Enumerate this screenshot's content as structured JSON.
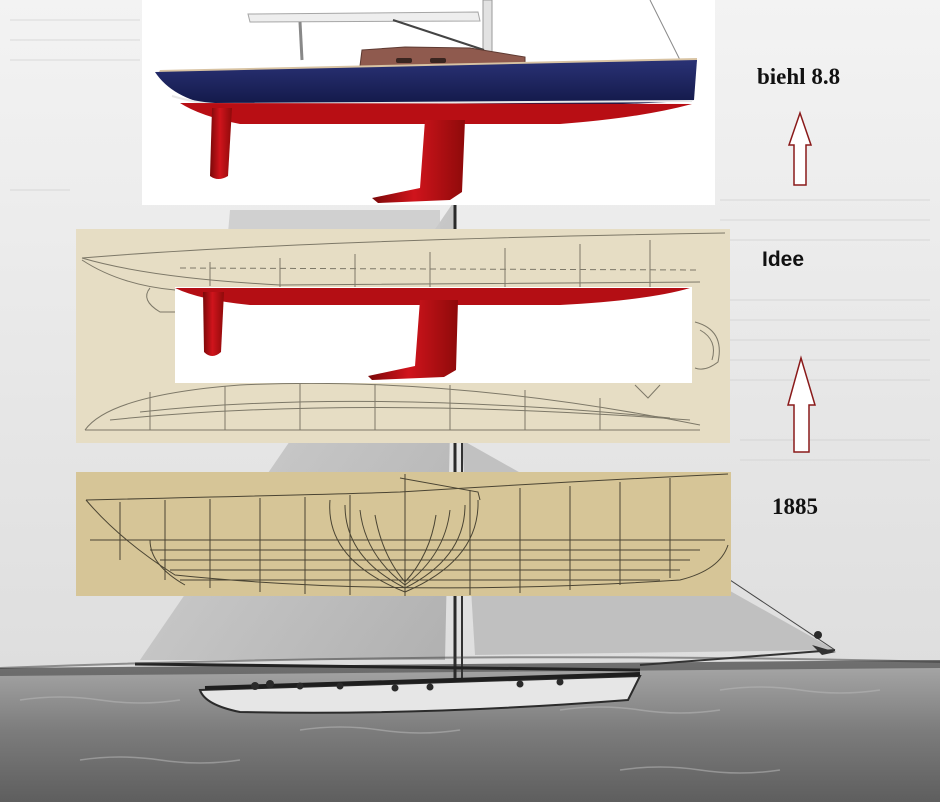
{
  "labels": {
    "top": "biehl 8.8",
    "middle": "Idee",
    "bottom": "1885"
  },
  "colors": {
    "hull_topsides": "#1c2260",
    "hull_bottom": "#c41018",
    "deckhouse": "#8f5a4e",
    "arrow_stroke": "#8a1a1a",
    "drawing_paper_1": "#e8e0c8",
    "drawing_paper_2": "#d4c395",
    "photo_sea": "#8c8c8c",
    "photo_sky": "#e9e9e9"
  },
  "icons": [
    "up-arrow-icon",
    "up-arrow-icon"
  ]
}
